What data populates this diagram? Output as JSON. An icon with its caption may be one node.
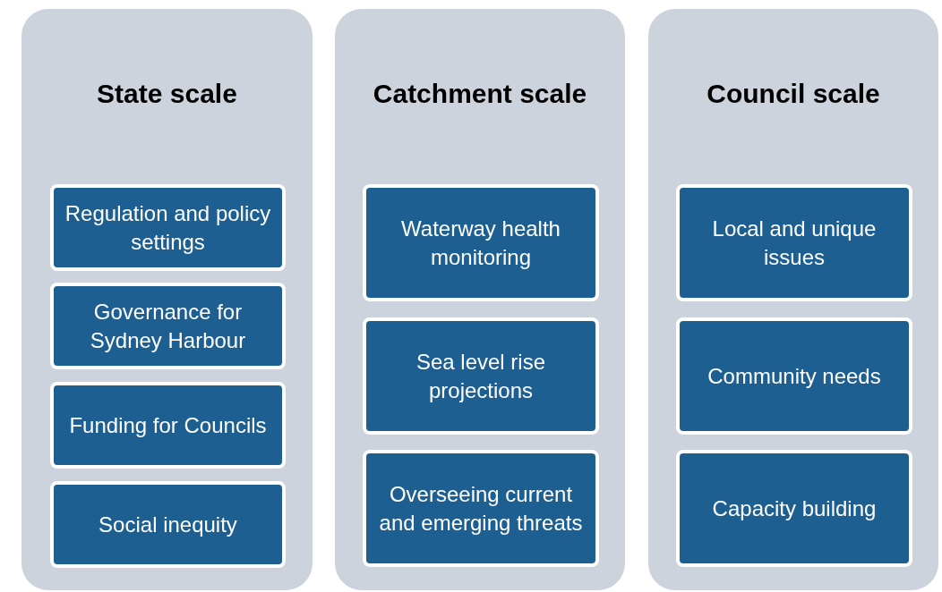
{
  "diagram": {
    "nodes": [
      {
        "text": [
          "State scale"
        ]
      },
      {
        "text": [
          "Regulation and policy settings"
        ],
        "in": 0
      },
      {
        "text": [
          "Governance for Sydney Harbour"
        ],
        "in": 0
      },
      {
        "text": [
          "Funding for Councils"
        ],
        "in": 0
      },
      {
        "text": [
          "Social inequity"
        ],
        "in": 0
      },
      {
        "text": [
          "Catchment scale"
        ]
      },
      {
        "text": [
          "Waterway health monitoring"
        ],
        "in": 5
      },
      {
        "text": [
          "Sea level rise projections"
        ],
        "in": 5
      },
      {
        "text": [
          "Overseeing current and emerging threats"
        ],
        "in": 5
      },
      {
        "text": [
          "Council scale"
        ]
      },
      {
        "text": [
          "Local and unique issues"
        ],
        "in": 9
      },
      {
        "text": [
          "Community needs"
        ],
        "in": 9
      },
      {
        "text": [
          "Capacity building"
        ],
        "in": 9
      }
    ]
  }
}
